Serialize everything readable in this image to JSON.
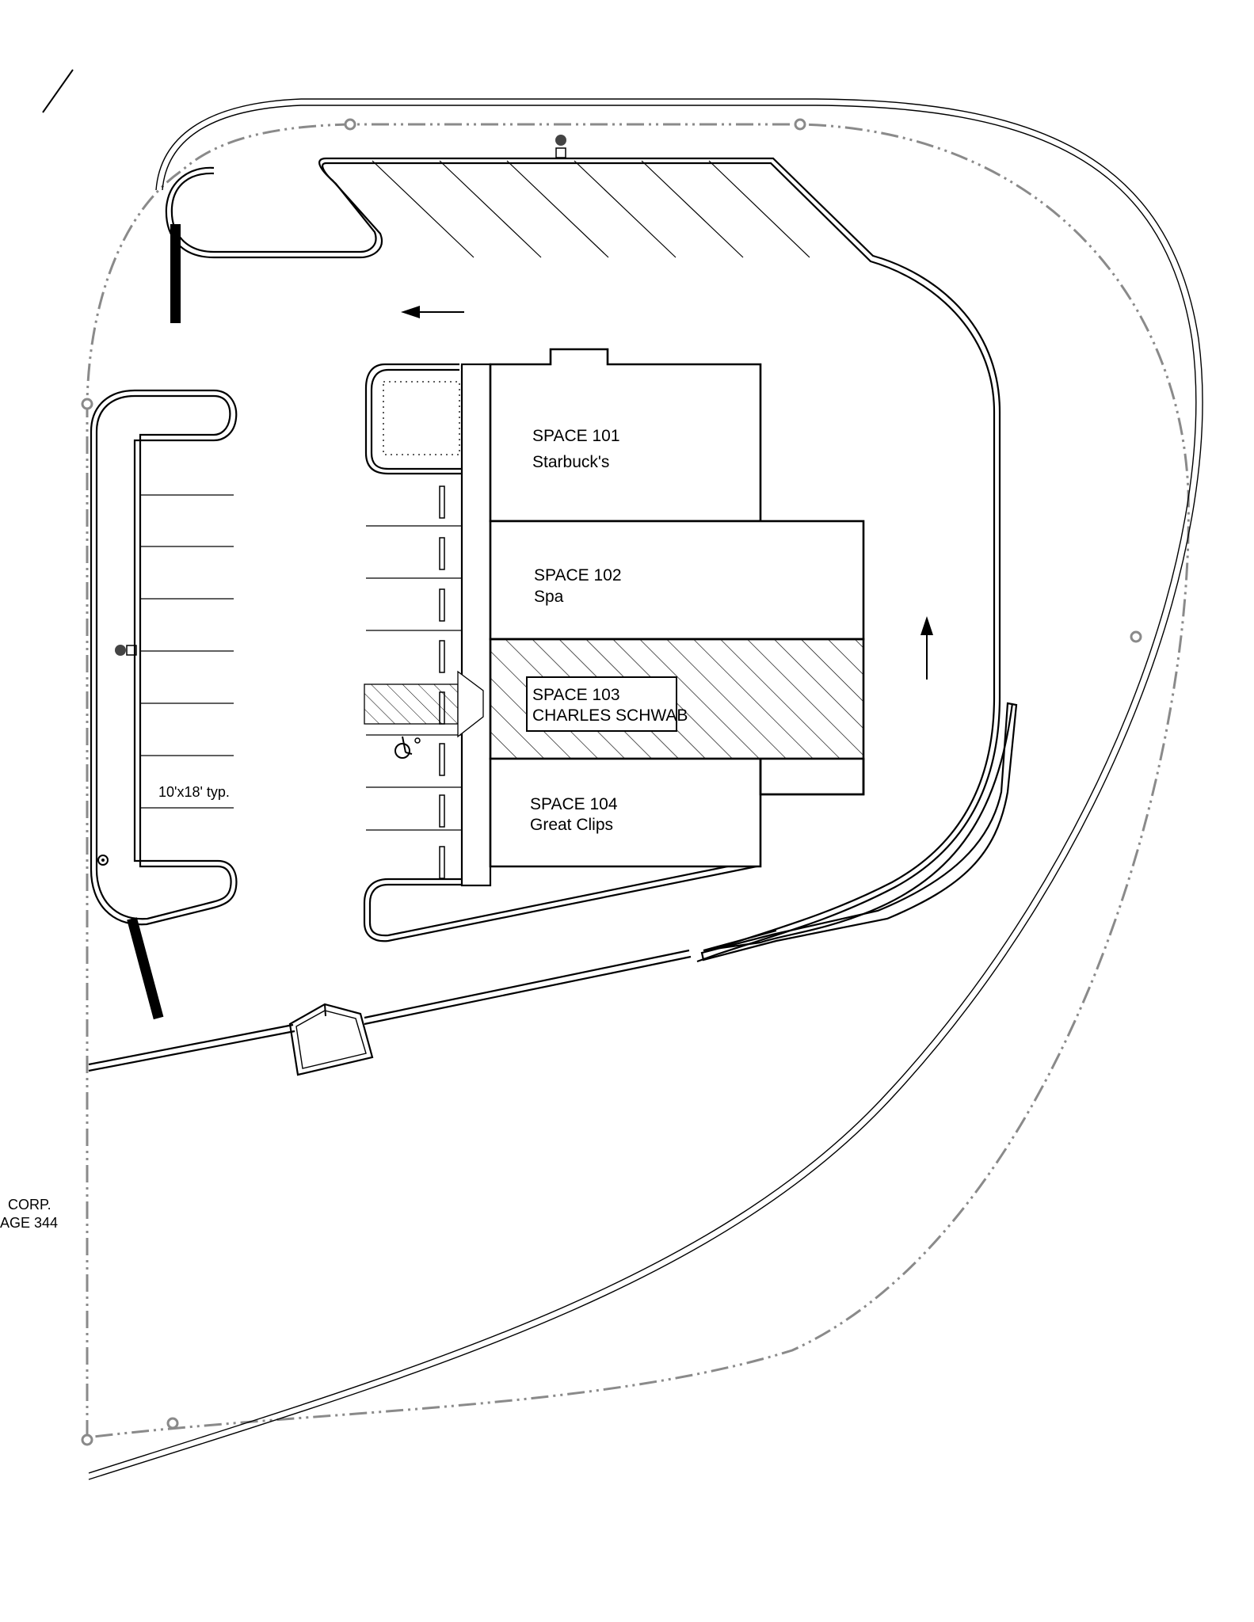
{
  "spaces": [
    {
      "id": "101",
      "number_label": "SPACE 101",
      "tenant": "Starbuck's"
    },
    {
      "id": "102",
      "number_label": "SPACE 102",
      "tenant": "Spa"
    },
    {
      "id": "103",
      "number_label": "SPACE 103",
      "tenant": "CHARLES SCHWAB",
      "highlighted": true
    },
    {
      "id": "104",
      "number_label": "SPACE 104",
      "tenant": "Great Clips"
    }
  ],
  "parking_note": "10'x18' typ.",
  "margin_note": {
    "line1": "CORP.",
    "line2": "AGE 344"
  },
  "colors": {
    "linework": "#000000",
    "property_line": "#8a8a8a",
    "background": "#ffffff"
  },
  "symbols": [
    "north-arrow",
    "traffic-arrow",
    "accessible-parking",
    "light-pole",
    "fire-hydrant"
  ]
}
